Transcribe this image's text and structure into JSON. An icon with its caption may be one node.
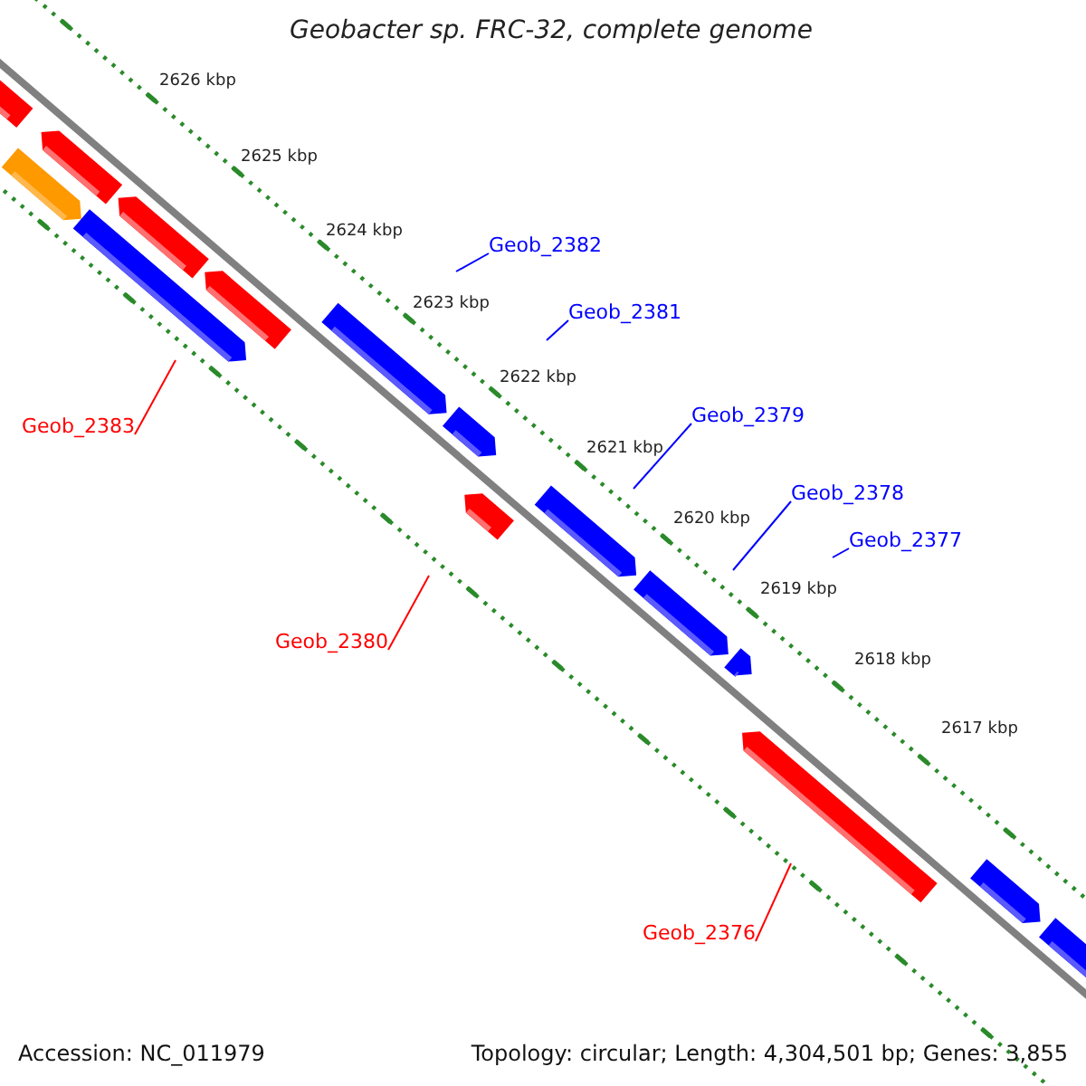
{
  "diagram": {
    "title": "Geobacter sp. FRC-32, complete genome",
    "nodes": [
      {
        "text": [
          "Geob_2382"
        ]
      },
      {
        "text": [
          "Geob_2381"
        ]
      },
      {
        "text": [
          "Geob_2379"
        ]
      },
      {
        "text": [
          "Geob_2383"
        ]
      },
      {
        "text": [
          "Geob_2378"
        ]
      },
      {
        "text": [
          "Geob_2377"
        ]
      },
      {
        "text": [
          "Geob_2380"
        ]
      },
      {
        "text": [
          "Geob_2376"
        ]
      }
    ],
    "edges": [
      {
        "from": 0,
        "to": null,
        "arrow": "none"
      },
      {
        "from": 1,
        "to": null,
        "arrow": "none"
      },
      {
        "from": 2,
        "to": null,
        "arrow": "none"
      },
      {
        "from": 3,
        "to": null,
        "arrow": "none",
        "color": "#ff0000"
      },
      {
        "from": 4,
        "to": null,
        "arrow": "none"
      },
      {
        "from": 5,
        "to": null,
        "arrow": "none"
      },
      {
        "from": 6,
        "to": null,
        "arrow": "none",
        "color": "#ff0000"
      },
      {
        "from": 7,
        "to": null,
        "arrow": "none",
        "color": "#ff0000"
      }
    ],
    "labels": [
      "2626 kbp",
      "2625 kbp",
      "2624 kbp",
      "2623 kbp",
      "2622 kbp",
      "2621 kbp",
      "2620 kbp",
      "2619 kbp",
      "2618 kbp",
      "2617 kbp",
      "Accession: NC_011979",
      "Topology: circular; Length: 4,304,501 bp; Genes: 3,855"
    ]
  }
}
